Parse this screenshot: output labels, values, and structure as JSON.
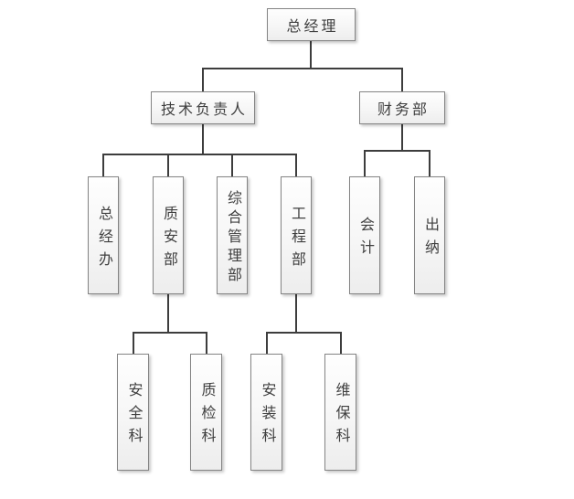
{
  "diagram": {
    "type": "org-chart",
    "line_color": "#3d3d3d",
    "box_border_color": "#848484",
    "box_fill_top": "#fefefe",
    "box_fill_bottom": "#ededed",
    "text_color": "#3f3f3f"
  },
  "nodes": {
    "general_manager": "总经理",
    "technical_lead": "技术负责人",
    "finance_dept": "财务部",
    "gm_office": "总经办",
    "quality_safety_dept": "质安部",
    "general_mgmt_dept": "综合管理部",
    "engineering_dept": "工程部",
    "accounting": "会计",
    "cashier": "出纳",
    "safety_section": "安全科",
    "quality_inspection_section": "质检科",
    "installation_section": "安装科",
    "maintenance_section": "维保科"
  },
  "edges": [
    [
      "general_manager",
      "technical_lead"
    ],
    [
      "general_manager",
      "finance_dept"
    ],
    [
      "technical_lead",
      "gm_office"
    ],
    [
      "technical_lead",
      "quality_safety_dept"
    ],
    [
      "technical_lead",
      "general_mgmt_dept"
    ],
    [
      "technical_lead",
      "engineering_dept"
    ],
    [
      "finance_dept",
      "accounting"
    ],
    [
      "finance_dept",
      "cashier"
    ],
    [
      "quality_safety_dept",
      "safety_section"
    ],
    [
      "quality_safety_dept",
      "quality_inspection_section"
    ],
    [
      "engineering_dept",
      "installation_section"
    ],
    [
      "engineering_dept",
      "maintenance_section"
    ]
  ]
}
